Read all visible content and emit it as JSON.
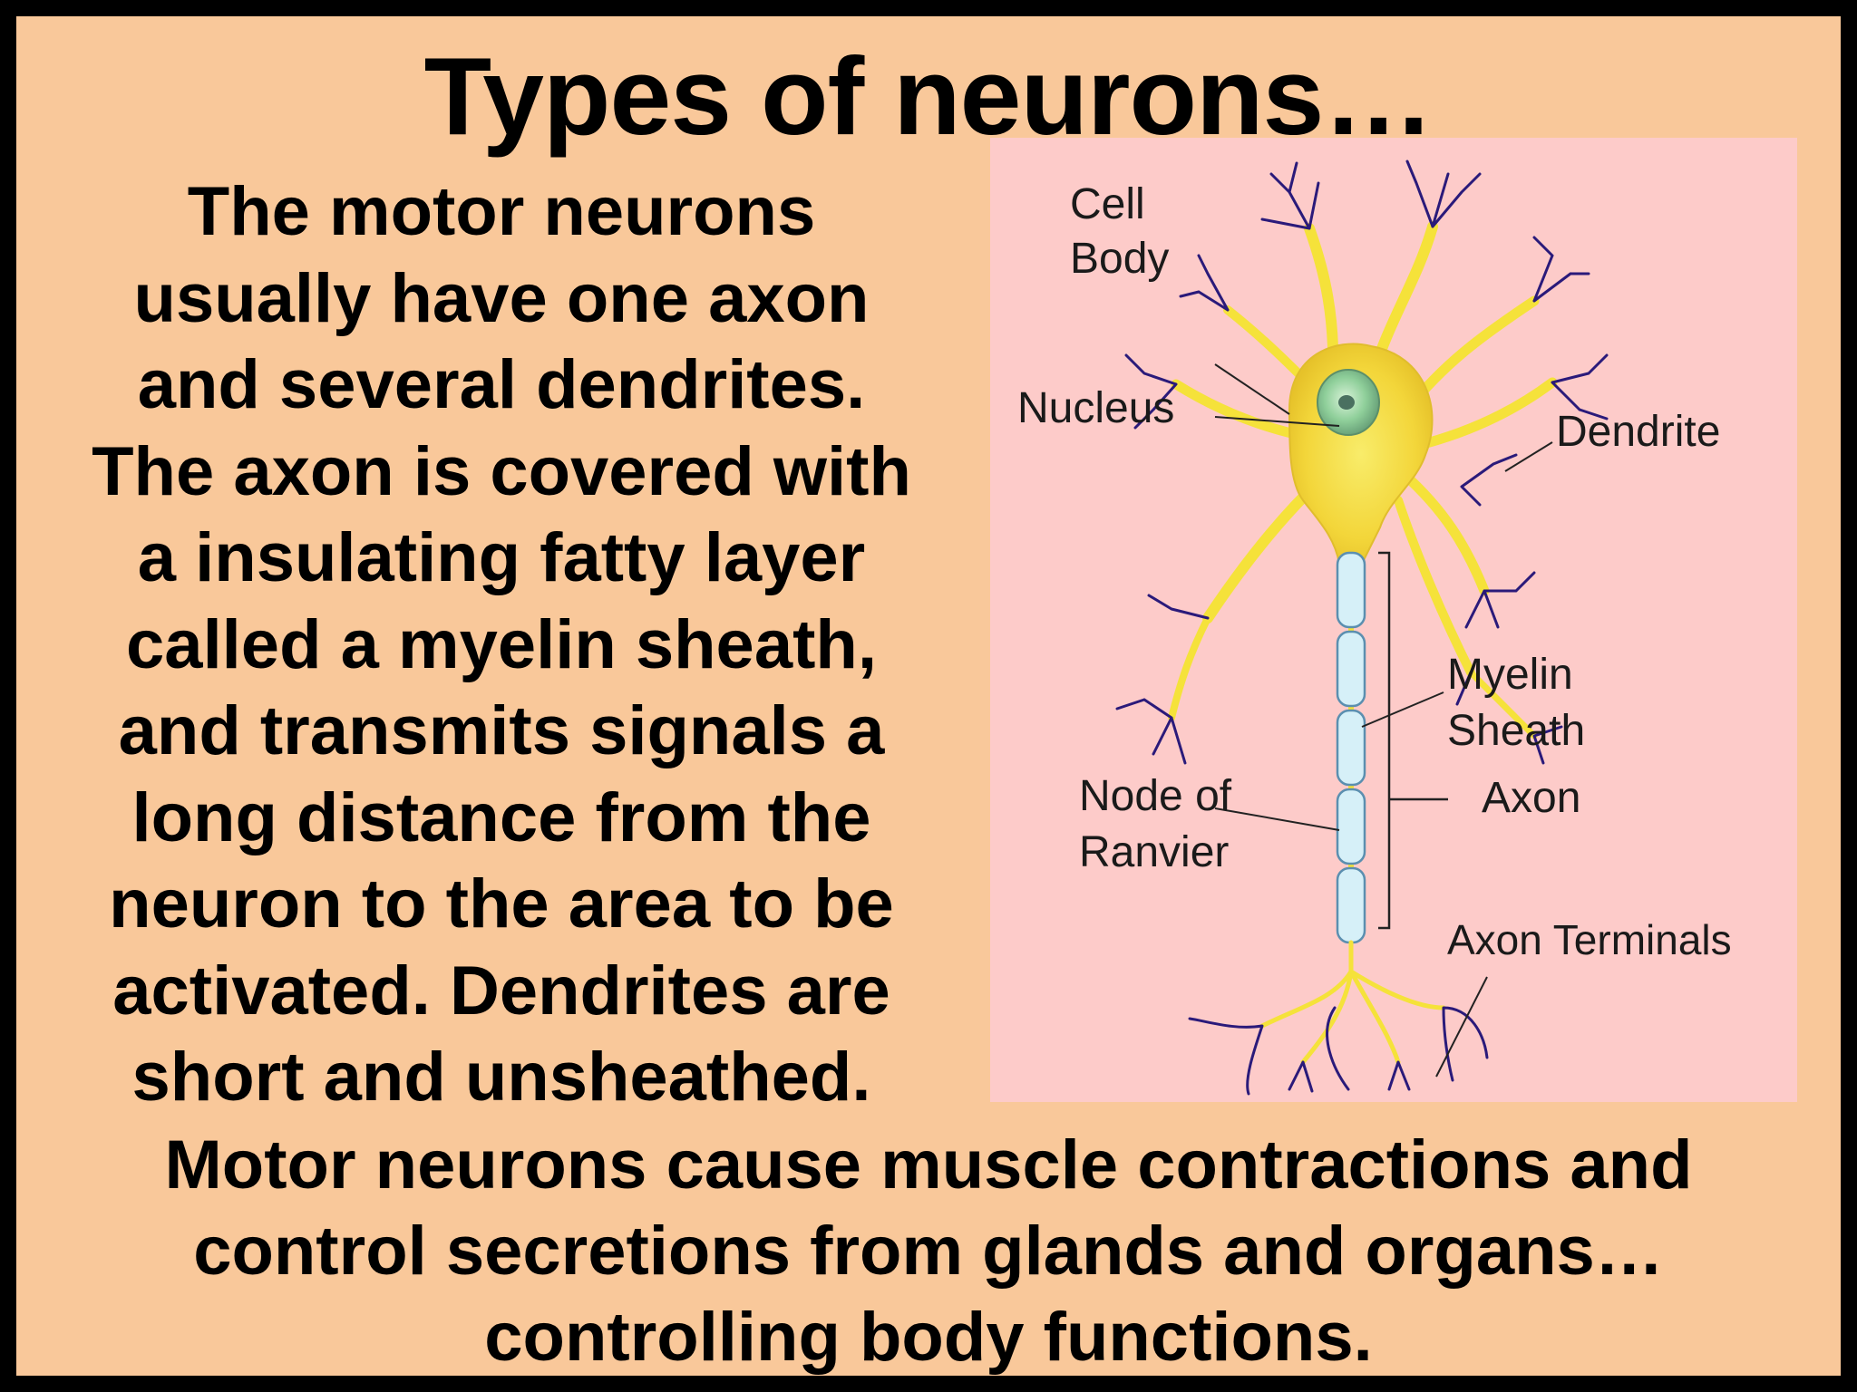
{
  "slide": {
    "title": "Types of neurons…",
    "body_lines": [
      "The motor neurons",
      "usually have one axon",
      "and several dendrites.",
      "The axon is covered with",
      "a insulating fatty layer",
      "called a myelin sheath,",
      "and transmits signals a",
      "long distance from the",
      "neuron to the area to be",
      "activated. Dendrites are",
      "short and unsheathed."
    ],
    "footer_lines": [
      "Motor neurons cause muscle contractions and",
      "control secretions from glands and organs…",
      "controlling body functions."
    ]
  },
  "diagram": {
    "labels": {
      "cell_body_1": "Cell",
      "cell_body_2": "Body",
      "nucleus": "Nucleus",
      "dendrite": "Dendrite",
      "myelin_1": "Myelin",
      "myelin_2": "Sheath",
      "node_1": "Node of",
      "node_2": "Ranvier",
      "axon": "Axon",
      "axon_terminals": "Axon Terminals"
    }
  },
  "colors": {
    "slide_background": "#f9c89a",
    "frame": "#000000",
    "diagram_background": "#fdcbc9",
    "cell_body": "#f5e23a",
    "nucleus": "#8fcf9a",
    "myelin": "#d6f0f8",
    "dendrite_tips": "#2a1a7a"
  }
}
